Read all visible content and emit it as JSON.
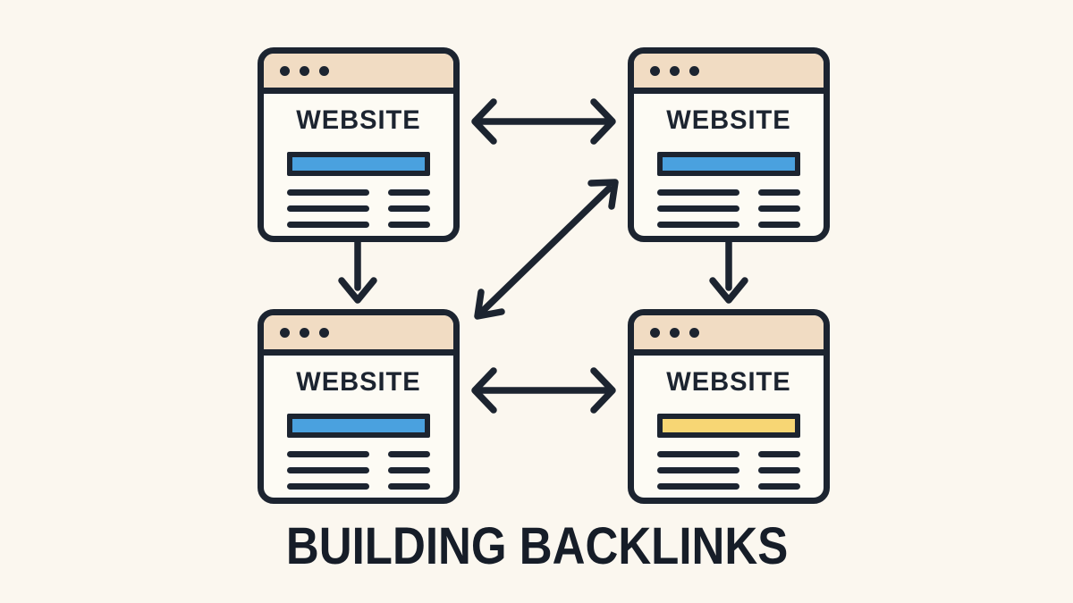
{
  "title": "BUILDING BACKLINKS",
  "colors": {
    "background": "#fbf7ef",
    "ink": "#1c2430",
    "window_fill": "#fdfbf4",
    "titlebar_fill": "#f1dcc3",
    "blue_bar": "#4aa1df",
    "yellow_bar": "#f7d674"
  },
  "windows": [
    {
      "position": "top-left",
      "label": "WEBSITE",
      "bar_color": "#4aa1df",
      "text_lines": 6
    },
    {
      "position": "top-right",
      "label": "WEBSITE",
      "bar_color": "#4aa1df",
      "text_lines": 6
    },
    {
      "position": "bottom-left",
      "label": "WEBSITE",
      "bar_color": "#4aa1df",
      "text_lines": 6
    },
    {
      "position": "bottom-right",
      "label": "WEBSITE",
      "bar_color": "#f7d674",
      "text_lines": 6
    }
  ],
  "arrows": [
    {
      "between": [
        "top-left",
        "top-right"
      ],
      "heads": "double",
      "orientation": "horizontal"
    },
    {
      "between": [
        "bottom-left",
        "top-right"
      ],
      "heads": "double",
      "orientation": "diagonal"
    },
    {
      "between": [
        "top-left",
        "bottom-left"
      ],
      "heads": "single",
      "orientation": "vertical",
      "direction": "down"
    },
    {
      "between": [
        "top-right",
        "bottom-right"
      ],
      "heads": "single",
      "orientation": "vertical",
      "direction": "down"
    },
    {
      "between": [
        "bottom-left",
        "bottom-right"
      ],
      "heads": "double",
      "orientation": "horizontal"
    }
  ]
}
